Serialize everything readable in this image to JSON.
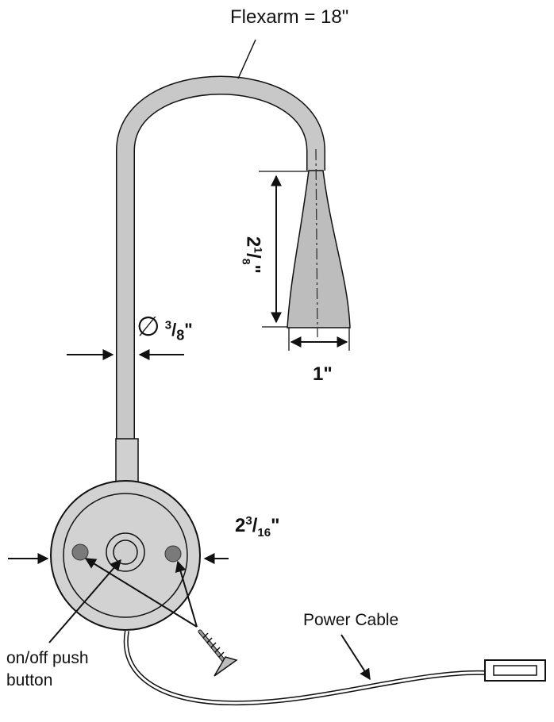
{
  "labels": {
    "flexarm": "Flexarm = 18\"",
    "shade_height_whole": "2",
    "shade_height_num": "1",
    "shade_height_den": "8",
    "shade_height_unit": "\"",
    "shade_width": "1\"",
    "arm_diameter_symbol": "∅",
    "arm_diameter_num": "3",
    "arm_diameter_den": "8",
    "arm_diameter_unit": "\"",
    "base_diameter_whole": "2",
    "base_diameter_num": "3",
    "base_diameter_den": "16",
    "base_diameter_unit": "\"",
    "power_cable": "Power Cable",
    "switch_line1": "on/off push",
    "switch_line2": "button"
  },
  "colors": {
    "arm_fill": "#c8c8c8",
    "base_fill": "#d2d2d2",
    "hole_fill": "#7a7a7a",
    "line": "#111111"
  }
}
